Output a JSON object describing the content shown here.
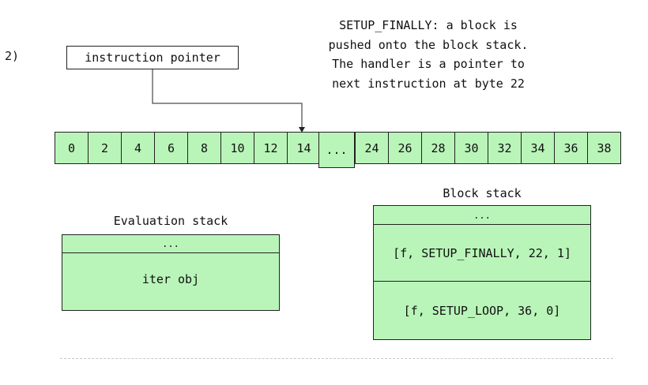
{
  "step_label": "2)",
  "instruction_pointer": {
    "label": "instruction pointer"
  },
  "caption": "SETUP_FINALLY: a block is\npushed onto the block stack.\nThe handler is a pointer to\nnext instruction at byte 22",
  "bytecode": {
    "cells_before": [
      "0",
      "2",
      "4",
      "6",
      "8",
      "10",
      "12",
      "14"
    ],
    "gap": "...",
    "cells_after": [
      "24",
      "26",
      "28",
      "30",
      "32",
      "34",
      "36",
      "38"
    ],
    "pointed_offset": "14"
  },
  "evaluation_stack": {
    "title": "Evaluation stack",
    "rows": [
      "...",
      "iter obj"
    ]
  },
  "block_stack": {
    "title": "Block stack",
    "rows": [
      "...",
      "[f, SETUP_FINALLY, 22, 1]",
      "[f, SETUP_LOOP, 36, 0]"
    ]
  },
  "colors": {
    "cell_fill": "#b9f5b9",
    "border": "#222222",
    "separator": "#c8c8c8"
  }
}
